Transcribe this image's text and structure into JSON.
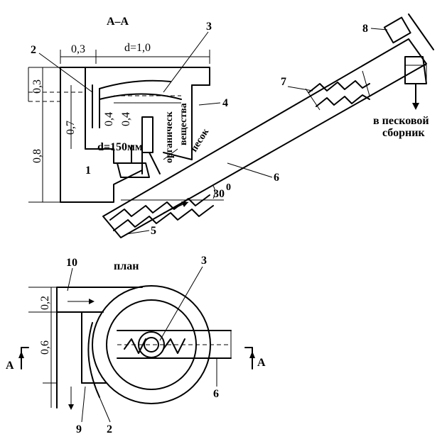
{
  "section": {
    "title": "А–А",
    "dims": {
      "d03_top": "0,3",
      "d10": "d=1,0",
      "d03_left": "0,3",
      "d07": "0,7",
      "d04a": "0,4",
      "d04b": "0,4",
      "d08": "0,8",
      "d150": "d=150мм",
      "angle": "30",
      "degree": "0"
    },
    "labels": {
      "organic": "органическ",
      "organic2": "вещества",
      "sand": "песок",
      "to_collector_1": "в песковой",
      "to_collector_2": "сборник"
    },
    "callouts": [
      "1",
      "2",
      "3",
      "4",
      "5",
      "6",
      "7",
      "8"
    ]
  },
  "plan": {
    "title": "план",
    "dims": {
      "d02": "0,2",
      "d06": "0,6"
    },
    "section_marks": {
      "left": "А",
      "right": "А"
    },
    "callouts": {
      "c10": "10",
      "c3": "3",
      "c6": "6",
      "c9": "9",
      "c2": "2"
    }
  }
}
